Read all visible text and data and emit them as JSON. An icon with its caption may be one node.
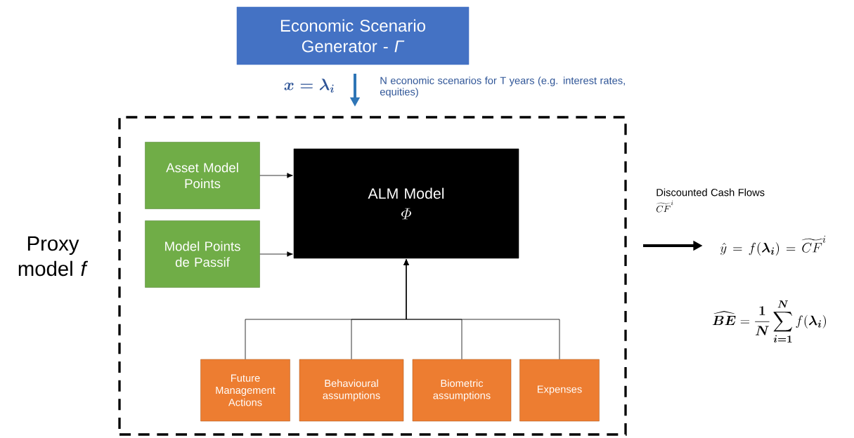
{
  "diagram": {
    "nodes": [
      {
        "text": [
          "Economic Scenario Generator - *Γ*"
        ]
      },
      {
        "text": [
          "Proxy model *f*"
        ]
      },
      {
        "text": [
          "Asset Model Points"
        ],
        "in": 1
      },
      {
        "text": [
          "Model Points de Passif"
        ],
        "in": 1
      },
      {
        "text": [
          "ALM Model",
          "\\varPhi"
        ],
        "in": 1
      },
      {
        "text": [
          "Future Management Actions"
        ],
        "in": 1
      },
      {
        "text": [
          "Behavioural assumptions"
        ],
        "in": 1
      },
      {
        "text": [
          "Biometric assumptions"
        ],
        "in": 1
      },
      {
        "text": [
          "Expenses"
        ],
        "in": 1
      },
      {
        "text": [
          "\\hat{y} = f(\\boldsymbol{\\lambda_i}) = \\widetilde{CF}^i"
        ]
      }
    ],
    "edges": [
      {
        "from": 0,
        "to": 1,
        "arrow": "to",
        "label": "\\boldsymbol{x = \\lambda_i}",
        "style": "thick",
        "color": "#2e75b6"
      },
      {
        "from": 2,
        "to": 4,
        "arrow": "to"
      },
      {
        "from": 3,
        "to": 4,
        "arrow": "to"
      },
      {
        "from": 5,
        "to": 4,
        "arrow": "to"
      },
      {
        "from": 6,
        "to": 4,
        "arrow": "to"
      },
      {
        "from": 7,
        "to": 4,
        "arrow": "to"
      },
      {
        "from": 8,
        "to": 4,
        "arrow": "to"
      },
      {
        "from": 1,
        "to": 9,
        "arrow": "to",
        "style": "thick"
      }
    ],
    "labels": [
      "N economic scenarios for T years (e.g. interest rates, equities)",
      "Discounted Cash Flows",
      "\\widetilde{CF}^i",
      "\\widehat{\\boldsymbol{BE}} = \\boldsymbol{\\frac{1}{N}} \\sum_{\\boldsymbol{i=1}}^{\\boldsymbol{N}} f(\\boldsymbol{\\lambda_i})"
    ]
  }
}
